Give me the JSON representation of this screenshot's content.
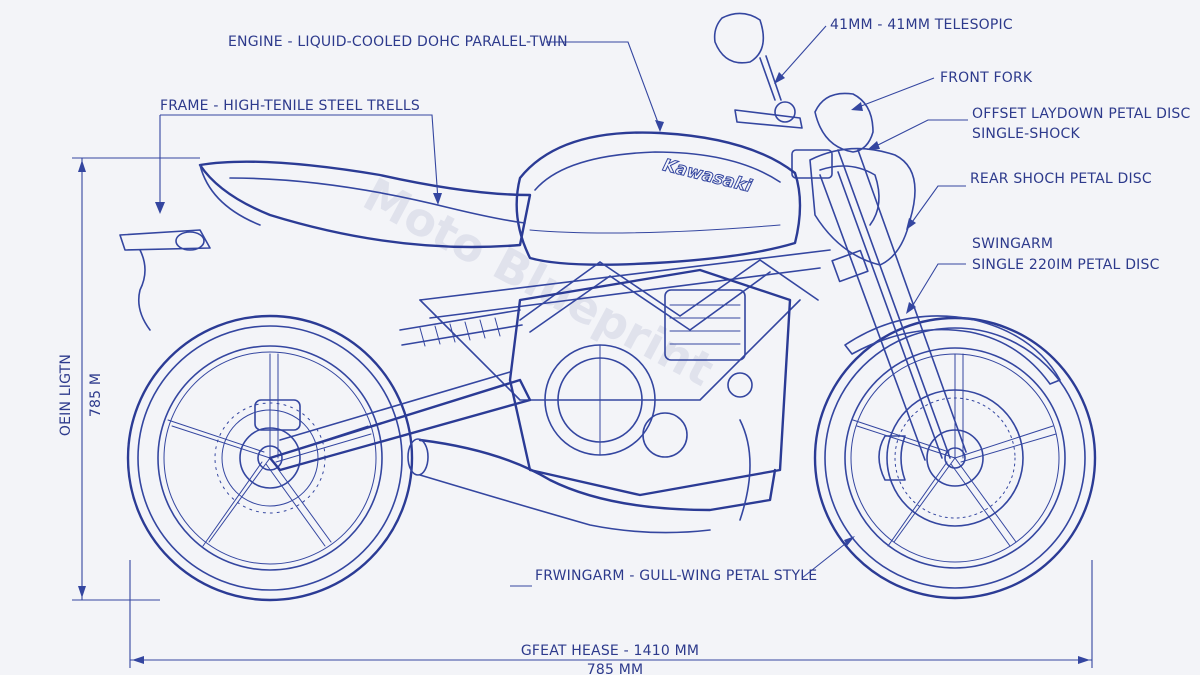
{
  "labels": {
    "engine": "ENGINE - LIQUID-COOLED DOHC PARALEL-TWIN",
    "frame": "FRAME - HIGH-TENILE STEEL TRELLS",
    "telescopic": "41MM - 41MM TELESOPIC",
    "front_fork": "FRONT FORK",
    "offset_disc": "OFFSET LAYDOWN PETAL DISC",
    "single_shock": "SINGLE-SHOCK",
    "rear_shock": "REAR SHOCH PETAL DISC",
    "swingarm": "SWINGARM",
    "single_disc": "SINGLE 220IM PETAL DISC",
    "frwingarm": "FRWINGARM - GULL-WING PETAL STYLE",
    "height_label": "OEIN LIGTN",
    "height_value": "785 M",
    "wheelbase": "GFEAT HEASE - 1410 MM",
    "bottom_value": "785 MM",
    "brand": "Kawasaki",
    "watermark": "Moto Blueprint"
  },
  "colors": {
    "ink": "#3446a0",
    "paper": "#f3f4f8"
  }
}
